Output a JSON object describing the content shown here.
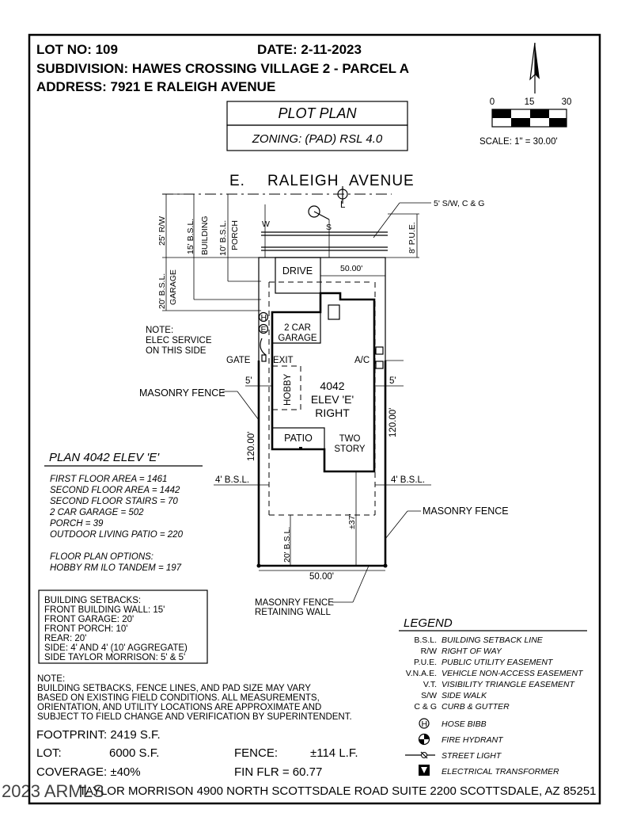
{
  "header": {
    "lot_no": "LOT NO: 109",
    "date": "DATE: 2-11-2023",
    "subdivision": "SUBDIVISION: HAWES CROSSING VILLAGE 2 - PARCEL A",
    "address": "ADDRESS: 7921 E RALEIGH AVENUE"
  },
  "title": {
    "plot_plan": "PLOT PLAN",
    "zoning": "ZONING: (PAD) RSL 4.0"
  },
  "scale": {
    "ticks": [
      "0",
      "15",
      "30"
    ],
    "label": "SCALE: 1\" = 30.00'"
  },
  "street": {
    "name_parts": [
      "E.",
      "RALEIGH",
      "AVENUE"
    ],
    "centerline_label": "L"
  },
  "dimensions": {
    "rw": "25' R/W",
    "bsl_building": "15' B.S.L.",
    "building": "BUILDING",
    "bsl_porch": "10' B.S.L.",
    "porch": "PORCH",
    "bsl_garage": "20' B.S.L.",
    "garage": "GARAGE",
    "pue": "8' P.U.E.",
    "sw": "5' S/W, C & G",
    "front_width": "50.00'",
    "rear_width": "50.00'",
    "depth_left": "120.00'",
    "depth_right": "120.00'",
    "side_left": "5'",
    "side_right": "5'",
    "bsl_4_left": "4' B.S.L.",
    "bsl_4_right": "4' B.S.L.",
    "rear_bsl": "20' B.S.L.",
    "rear_37": "±37'"
  },
  "labels": {
    "drive": "DRIVE",
    "garage_line1": "2 CAR",
    "garage_line2": "GARAGE",
    "exit": "EXIT",
    "gate": "GATE",
    "ac": "A/C",
    "hobby": "HOBBY",
    "plan_num": "4042",
    "elev": "ELEV 'E'",
    "right": "RIGHT",
    "patio": "PATIO",
    "two": "TWO",
    "story": "STORY",
    "masonry_fence_left": "MASONRY FENCE",
    "masonry_fence_right": "MASONRY FENCE",
    "retaining_line1": "MASONRY FENCE",
    "retaining_line2": "RETAINING WALL",
    "note_elec": [
      "NOTE:",
      "ELEC SERVICE",
      "ON THIS SIDE"
    ],
    "water": "W",
    "sewer": "S",
    "hose": "H",
    "elec": "E"
  },
  "plan_info": {
    "title": "PLAN 4042 ELEV 'E'",
    "areas": [
      "FIRST FLOOR AREA = 1461",
      "SECOND FLOOR AREA = 1442",
      "SECOND FLOOR STAIRS = 70",
      "2 CAR GARAGE = 502",
      "PORCH = 39",
      "OUTDOOR LIVING PATIO = 220"
    ],
    "options_title": "FLOOR PLAN OPTIONS:",
    "options": [
      "HOBBY RM ILO TANDEM = 197"
    ]
  },
  "setbacks": [
    "BUILDING SETBACKS:",
    "FRONT BUILDING WALL: 15'",
    "FRONT GARAGE: 20'",
    "FRONT PORCH: 10'",
    "REAR: 20'",
    "SIDE: 4' AND 4' (10' AGGREGATE)",
    "SIDE TAYLOR MORRISON: 5' & 5'"
  ],
  "note": [
    "NOTE:",
    "BUILDING SETBACKS, FENCE LINES, AND PAD SIZE MAY VARY",
    "BASED ON EXISTING FIELD CONDITIONS.  ALL MEASUREMENTS,",
    "ORIENTATION, AND UTILITY LOCATIONS ARE APPROXIMATE AND",
    "SUBJECT TO FIELD CHANGE AND VERIFICATION BY SUPERINTENDENT."
  ],
  "stats": {
    "footprint": "FOOTPRINT: 2419 S.F.",
    "lot_label": "LOT:",
    "lot_value": "6000 S.F.",
    "fence_label": "FENCE:",
    "fence_value": "±114 L.F.",
    "coverage": "COVERAGE: ±40%",
    "fin_flr": "FIN FLR = 60.77"
  },
  "footer": {
    "company": "TAYLOR MORRISON 4900 NORTH SCOTTSDALE ROAD SUITE 2200 SCOTTSDALE, AZ  85251",
    "watermark": "2023 ARMLS"
  },
  "legend": {
    "title": "LEGEND",
    "items": [
      {
        "abbr": "B.S.L.",
        "desc": "BUILDING SETBACK LINE"
      },
      {
        "abbr": "R/W",
        "desc": "RIGHT OF WAY"
      },
      {
        "abbr": "P.U.E.",
        "desc": "PUBLIC UTILITY EASEMENT"
      },
      {
        "abbr": "V.N.A.E.",
        "desc": "VEHICLE NON-ACCESS EASEMENT"
      },
      {
        "abbr": "V.T.",
        "desc": "VISIBILITY TRIANGLE EASEMENT"
      },
      {
        "abbr": "S/W",
        "desc": "SIDE WALK"
      },
      {
        "abbr": "C & G",
        "desc": "CURB & GUTTER"
      }
    ],
    "symbols": [
      {
        "symbol": "H",
        "desc": "HOSE BIBB",
        "icon": "hose-bibb-icon"
      },
      {
        "desc": "FIRE HYDRANT",
        "icon": "fire-hydrant-icon"
      },
      {
        "desc": "STREET LIGHT",
        "icon": "street-light-icon"
      },
      {
        "desc": "ELECTRICAL TRANSFORMER",
        "icon": "transformer-icon"
      }
    ]
  }
}
